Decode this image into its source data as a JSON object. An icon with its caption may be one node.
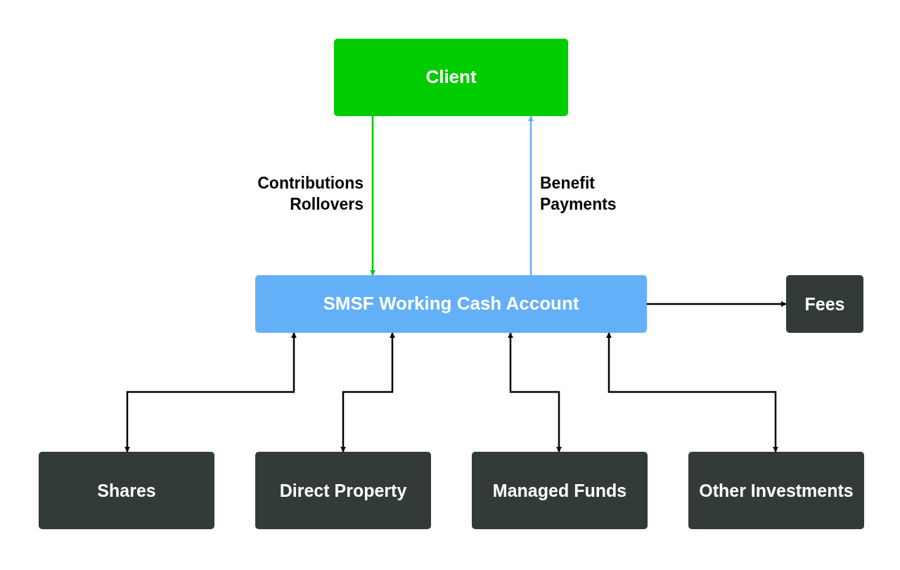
{
  "diagram": {
    "nodes": [
      {
        "text": [
          "Client"
        ]
      },
      {
        "text": [
          "SMSF Working Cash Account"
        ]
      },
      {
        "text": [
          "Fees"
        ]
      },
      {
        "text": [
          "Shares"
        ]
      },
      {
        "text": [
          "Direct Property"
        ]
      },
      {
        "text": [
          "Managed Funds"
        ]
      },
      {
        "text": [
          "Other Investments"
        ]
      }
    ],
    "edges": [
      {
        "from": 0,
        "to": 1,
        "arrow": "to",
        "label": "Contributions Rollovers",
        "color": "#00c800"
      },
      {
        "from": 1,
        "to": 0,
        "arrow": "to",
        "label": "Benefit Payments",
        "color": "#64b0f8"
      },
      {
        "from": 1,
        "to": 2,
        "arrow": "to"
      },
      {
        "from": 1,
        "to": 3,
        "arrow": "both"
      },
      {
        "from": 1,
        "to": 4,
        "arrow": "both"
      },
      {
        "from": 1,
        "to": 5,
        "arrow": "both"
      },
      {
        "from": 1,
        "to": 6,
        "arrow": "both"
      }
    ]
  }
}
